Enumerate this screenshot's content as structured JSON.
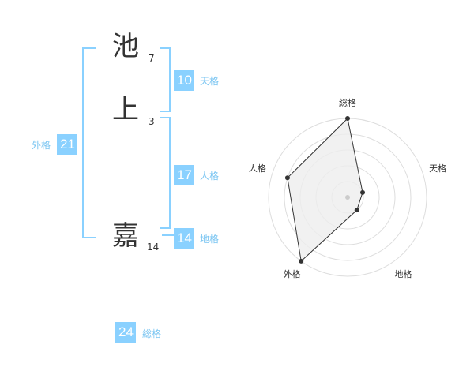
{
  "name": {
    "characters": [
      {
        "char": "池",
        "strokes": "7"
      },
      {
        "char": "上",
        "strokes": "3"
      },
      {
        "char": "嘉",
        "strokes": "14"
      }
    ]
  },
  "kaku": {
    "tenkaku": {
      "value": "10",
      "label": "天格"
    },
    "jinkaku": {
      "value": "17",
      "label": "人格"
    },
    "chikaku": {
      "value": "14",
      "label": "地格"
    },
    "gaikaku": {
      "value": "21",
      "label": "外格"
    },
    "soukaku": {
      "value": "24",
      "label": "総格"
    }
  },
  "chart_data": {
    "type": "radar",
    "axes": [
      "総格",
      "天格",
      "地格",
      "外格",
      "人格"
    ],
    "values": [
      5,
      1,
      1,
      5,
      4
    ],
    "rmax": 5,
    "rings": 5,
    "grid": true,
    "colors": {
      "fill": "#eeeeee",
      "line": "#333333",
      "grid": "#dddddd",
      "center": "#cccccc"
    }
  },
  "colors": {
    "accent": "#8ad1ff",
    "accent_text": "#7cc6f2"
  }
}
